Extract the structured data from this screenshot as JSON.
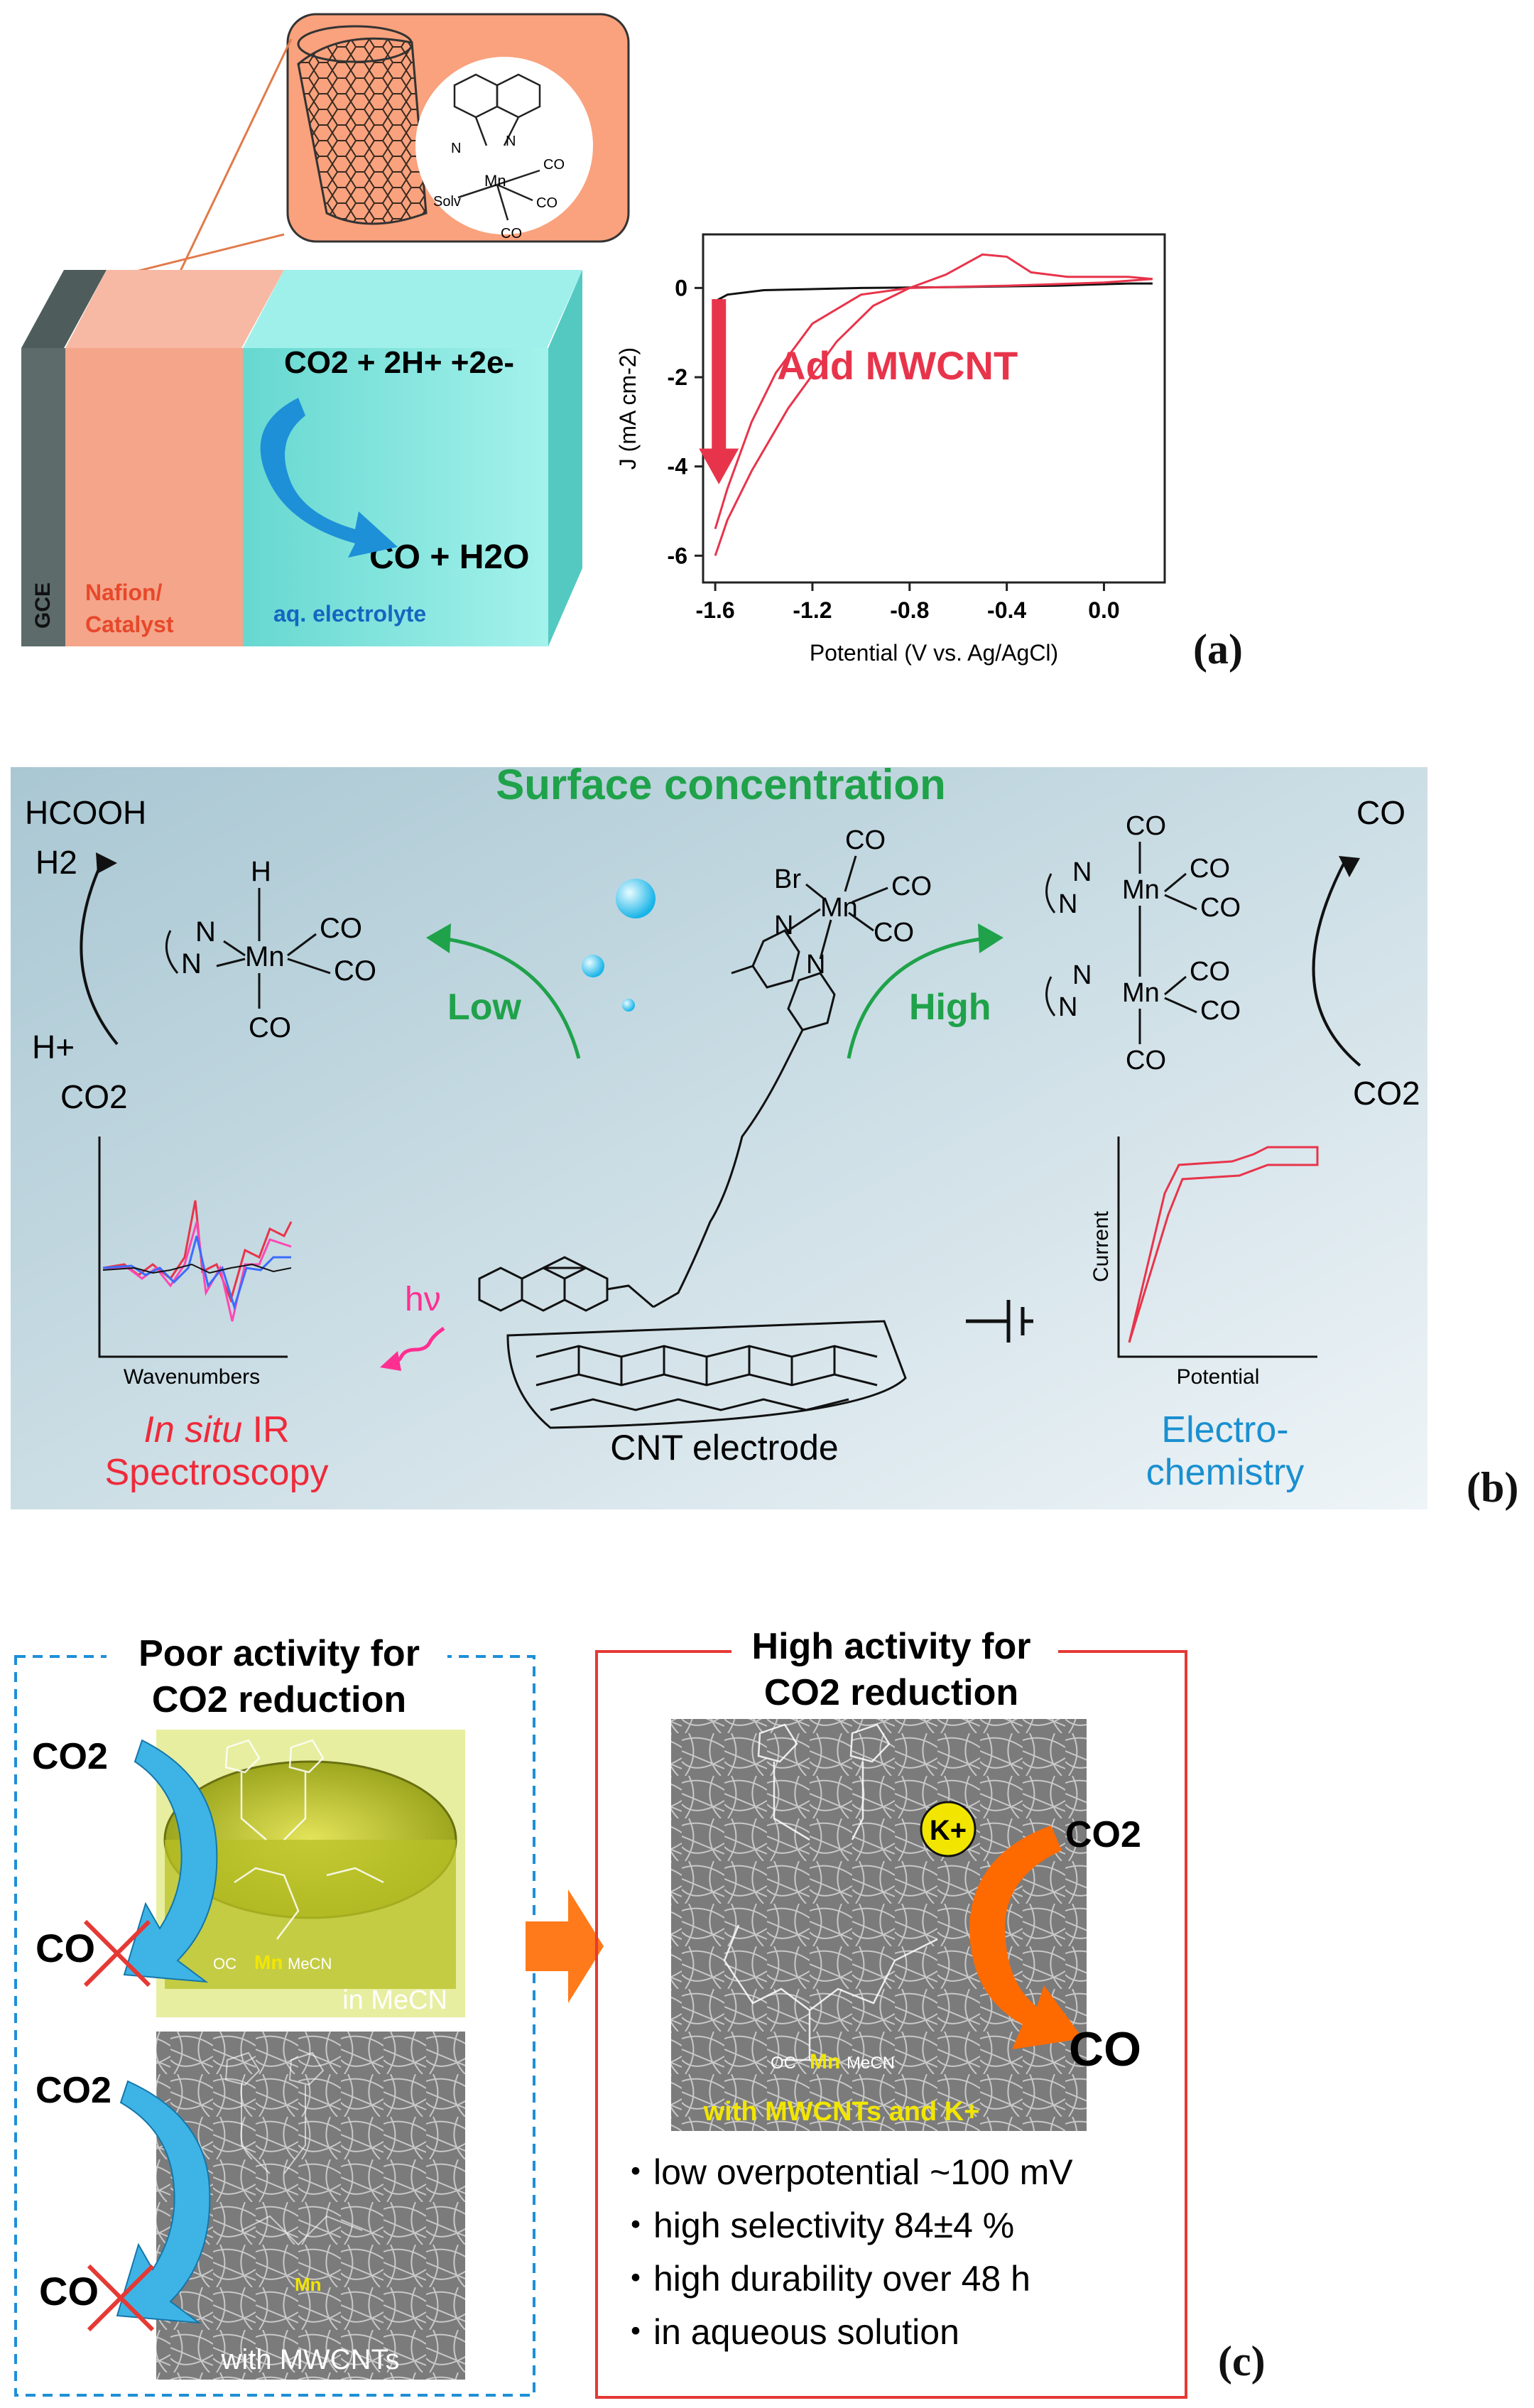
{
  "panel_a": {
    "letter": "(a)",
    "layers": [
      "GCE",
      "Nafion/",
      "Catalyst",
      "aq. electrolyte"
    ],
    "reaction_left": "CO2 + 2H+ +2e-",
    "reaction_right": "CO + H2O",
    "complex_labels": [
      "N",
      "N",
      "Mn",
      "CO",
      "CO",
      "CO",
      "Solv"
    ],
    "cv_annotation": "Add MWCNT",
    "colors": {
      "gce": "#5d6b6b",
      "nafion": "#f4a58a",
      "electrolyte": "#7fe6df",
      "arrow": "#1e90d8",
      "cv_red": "#e8344b"
    }
  },
  "chart_data": {
    "type": "line",
    "title": "",
    "xlabel": "Potential (V vs. Ag/AgCl)",
    "ylabel": "J (mA cm-2)",
    "xlim": [
      -1.65,
      0.25
    ],
    "ylim": [
      -6.6,
      1.2
    ],
    "x_ticks": [
      "-1.6",
      "-1.2",
      "-0.8",
      "-0.4",
      "0.0"
    ],
    "y_ticks": [
      "0",
      "-2",
      "-4",
      "-6"
    ],
    "series": [
      {
        "color": "#111111",
        "points": [
          [
            -1.6,
            -0.3
          ],
          [
            -1.55,
            -0.15
          ],
          [
            -1.4,
            -0.05
          ],
          [
            -1.0,
            0.0
          ],
          [
            -0.6,
            0.02
          ],
          [
            -0.2,
            0.05
          ],
          [
            0.1,
            0.1
          ],
          [
            0.2,
            0.1
          ]
        ]
      },
      {
        "color": "#e8344b",
        "points": [
          [
            -1.6,
            -6.0
          ],
          [
            -1.55,
            -5.2
          ],
          [
            -1.45,
            -4.1
          ],
          [
            -1.3,
            -2.7
          ],
          [
            -1.1,
            -1.2
          ],
          [
            -0.95,
            -0.4
          ],
          [
            -0.8,
            0.0
          ],
          [
            -0.65,
            0.3
          ],
          [
            -0.5,
            0.75
          ],
          [
            -0.4,
            0.7
          ],
          [
            -0.3,
            0.35
          ],
          [
            -0.15,
            0.25
          ],
          [
            0.1,
            0.25
          ],
          [
            0.2,
            0.2
          ]
        ]
      },
      {
        "color": "#e8344b",
        "points": [
          [
            0.2,
            0.2
          ],
          [
            0.0,
            0.12
          ],
          [
            -0.4,
            0.05
          ],
          [
            -0.8,
            0.0
          ],
          [
            -1.0,
            -0.15
          ],
          [
            -1.2,
            -0.8
          ],
          [
            -1.35,
            -1.9
          ],
          [
            -1.45,
            -3.0
          ],
          [
            -1.55,
            -4.5
          ],
          [
            -1.6,
            -5.4
          ]
        ]
      }
    ]
  },
  "panel_b": {
    "letter": "(b)",
    "title": "Surface concentration",
    "low": "Low",
    "high": "High",
    "left_products": [
      "HCOOH",
      "H2"
    ],
    "left_reactants": [
      "H+",
      "CO2"
    ],
    "right_product": "CO",
    "right_reactant": "CO2",
    "hydride_complex": [
      "H",
      "N",
      "N",
      "Mn",
      "CO",
      "CO",
      "CO"
    ],
    "central_complex": [
      "Br",
      "CO",
      "CO",
      "CO",
      "N",
      "Mn",
      "N"
    ],
    "dimer_complex": [
      "CO",
      "N",
      "N",
      "Mn",
      "CO",
      "CO",
      "N",
      "N",
      "Mn",
      "CO",
      "CO",
      "CO"
    ],
    "ir_xlabel": "Wavenumbers",
    "hv": "hν",
    "cnt_label": "CNT electrode",
    "cv_xlabel": "Potential",
    "cv_ylabel": "Current",
    "ir_caption_italic": "In situ",
    "ir_caption_rest": " IR",
    "ir_caption_line2": "Spectroscopy",
    "ec_caption_line1": "Electro-",
    "ec_caption_line2": "chemistry",
    "colors": {
      "title": "#1fa24a",
      "arrow": "#1fa24a",
      "ir": "#ee2a3a",
      "ec": "#1a8fd0",
      "hv": "#ff2f92",
      "bg_start": "#a9c7d3",
      "bg_end": "#e6f0f4"
    }
  },
  "panel_c": {
    "letter": "(c)",
    "poor_title": [
      "Poor activity for",
      "CO2 reduction"
    ],
    "high_title": [
      "High activity for",
      "CO2 reduction"
    ],
    "co2": "CO2",
    "co": "CO",
    "in_mecn": "in MeCN",
    "with_mwcnts": "with MWCNTs",
    "with_mwcnts_k": "with MWCNTs and K+",
    "k_plus": "K+",
    "mn": "Mn",
    "mecn": "MeCN",
    "oc": "OC",
    "bullets": [
      "・low overpotential ~100 mV",
      "・high selectivity 84±4 %",
      "・high durability over 48 h",
      "・in aqueous solution"
    ],
    "colors": {
      "dashed_box": "#1d8fd8",
      "solid_box": "#e53935",
      "orange": "#ff6a00",
      "cross": "#e53935",
      "blue_arrow": "#3eb4e6",
      "k_yellow": "#f2e600",
      "mn_yellow": "#f2e600"
    }
  }
}
